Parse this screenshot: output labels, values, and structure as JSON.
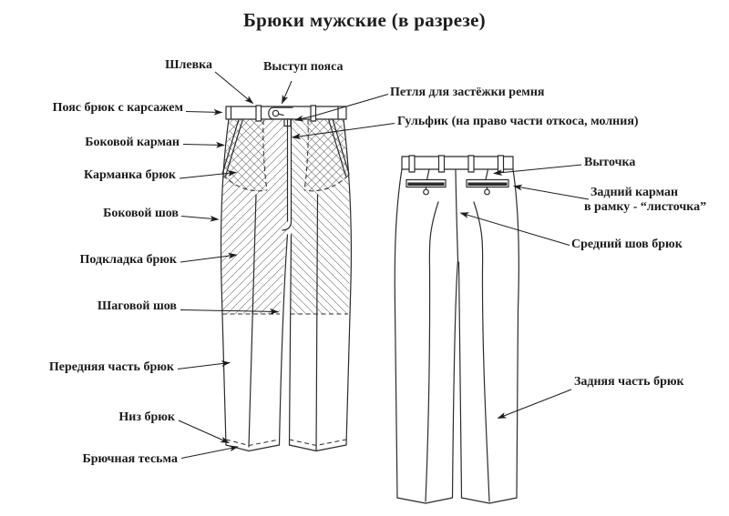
{
  "title": "Брюки мужские (в разрезе)",
  "colors": {
    "ink": "#1c1c1c",
    "background": "#ffffff",
    "hatch": "#6a6a6a"
  },
  "views": {
    "front": "front-cutaway-view",
    "back": "back-view"
  },
  "labels": {
    "shlevka": "Шлевка",
    "vystup_poyasa": "Выступ пояса",
    "poyas_bryuk": "Пояс брюк с карсажем",
    "bokovoy_karman": "Боковой карман",
    "karmanka_bryuk": "Карманка брюк",
    "bokovoy_shov": "Боковой шов",
    "podkladka_bryuk": "Подкладка брюк",
    "shagovoy_shov": "Шаговой шов",
    "perednyaya_chast": "Передняя часть брюк",
    "niz_bryuk": "Низ брюк",
    "bryuchnaya_tesma": "Брючная тесьма",
    "petlya_remnya": "Петля для застёжки ремня",
    "gulfik": "Гульфик (на право части откоса, молния)",
    "vytochka": "Выточка",
    "zadniy_karman_line1": "Задний карман",
    "zadniy_karman_line2": "в рамку - “листочка”",
    "sredniy_shov": "Средний шов брюк",
    "zadnyaya_chast": "Задняя часть брюк"
  }
}
